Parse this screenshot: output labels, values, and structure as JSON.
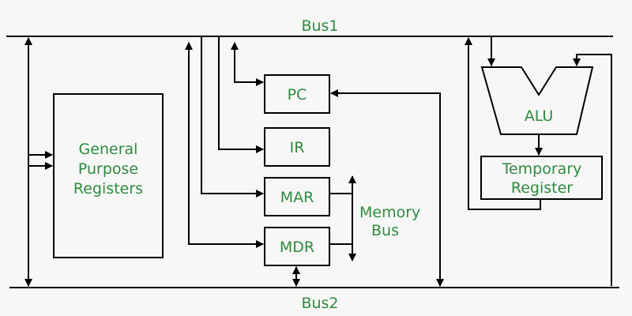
{
  "buses": {
    "top": "Bus1",
    "bottom": "Bus2"
  },
  "blocks": {
    "gpr": [
      "General",
      "Purpose",
      "Registers"
    ],
    "pc": "PC",
    "ir": "IR",
    "mar": "MAR",
    "mdr": "MDR",
    "alu": "ALU",
    "temp": [
      "Temporary",
      "Register"
    ]
  },
  "memory_bus": [
    "Memory",
    "Bus"
  ],
  "colors": {
    "label": "#2e8b3e",
    "line": "#000000",
    "background": "#f7f7f7"
  }
}
